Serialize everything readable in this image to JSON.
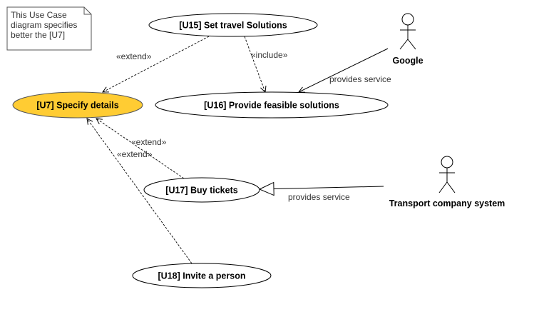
{
  "note": {
    "lines": [
      "This Use Case",
      "diagram specifies",
      "better the [U7]"
    ]
  },
  "use_cases": {
    "u15": "[U15] Set travel Solutions",
    "u16": "[U16] Provide feasible solutions",
    "u7": "[U7] Specify details",
    "u17": "[U17] Buy tickets",
    "u18": "[U18] Invite a person"
  },
  "actors": {
    "google": "Google",
    "transport": "Transport company system"
  },
  "relations": {
    "u15_u7": "«extend»",
    "u15_u16": "«include»",
    "google_u16": "provides service",
    "u17_u7": "«extend»",
    "u18_u7": "«extend»",
    "transport_u17": "provides service"
  },
  "colors": {
    "highlight": "#ffcc33",
    "line": "#000000",
    "note_border": "#555555"
  }
}
